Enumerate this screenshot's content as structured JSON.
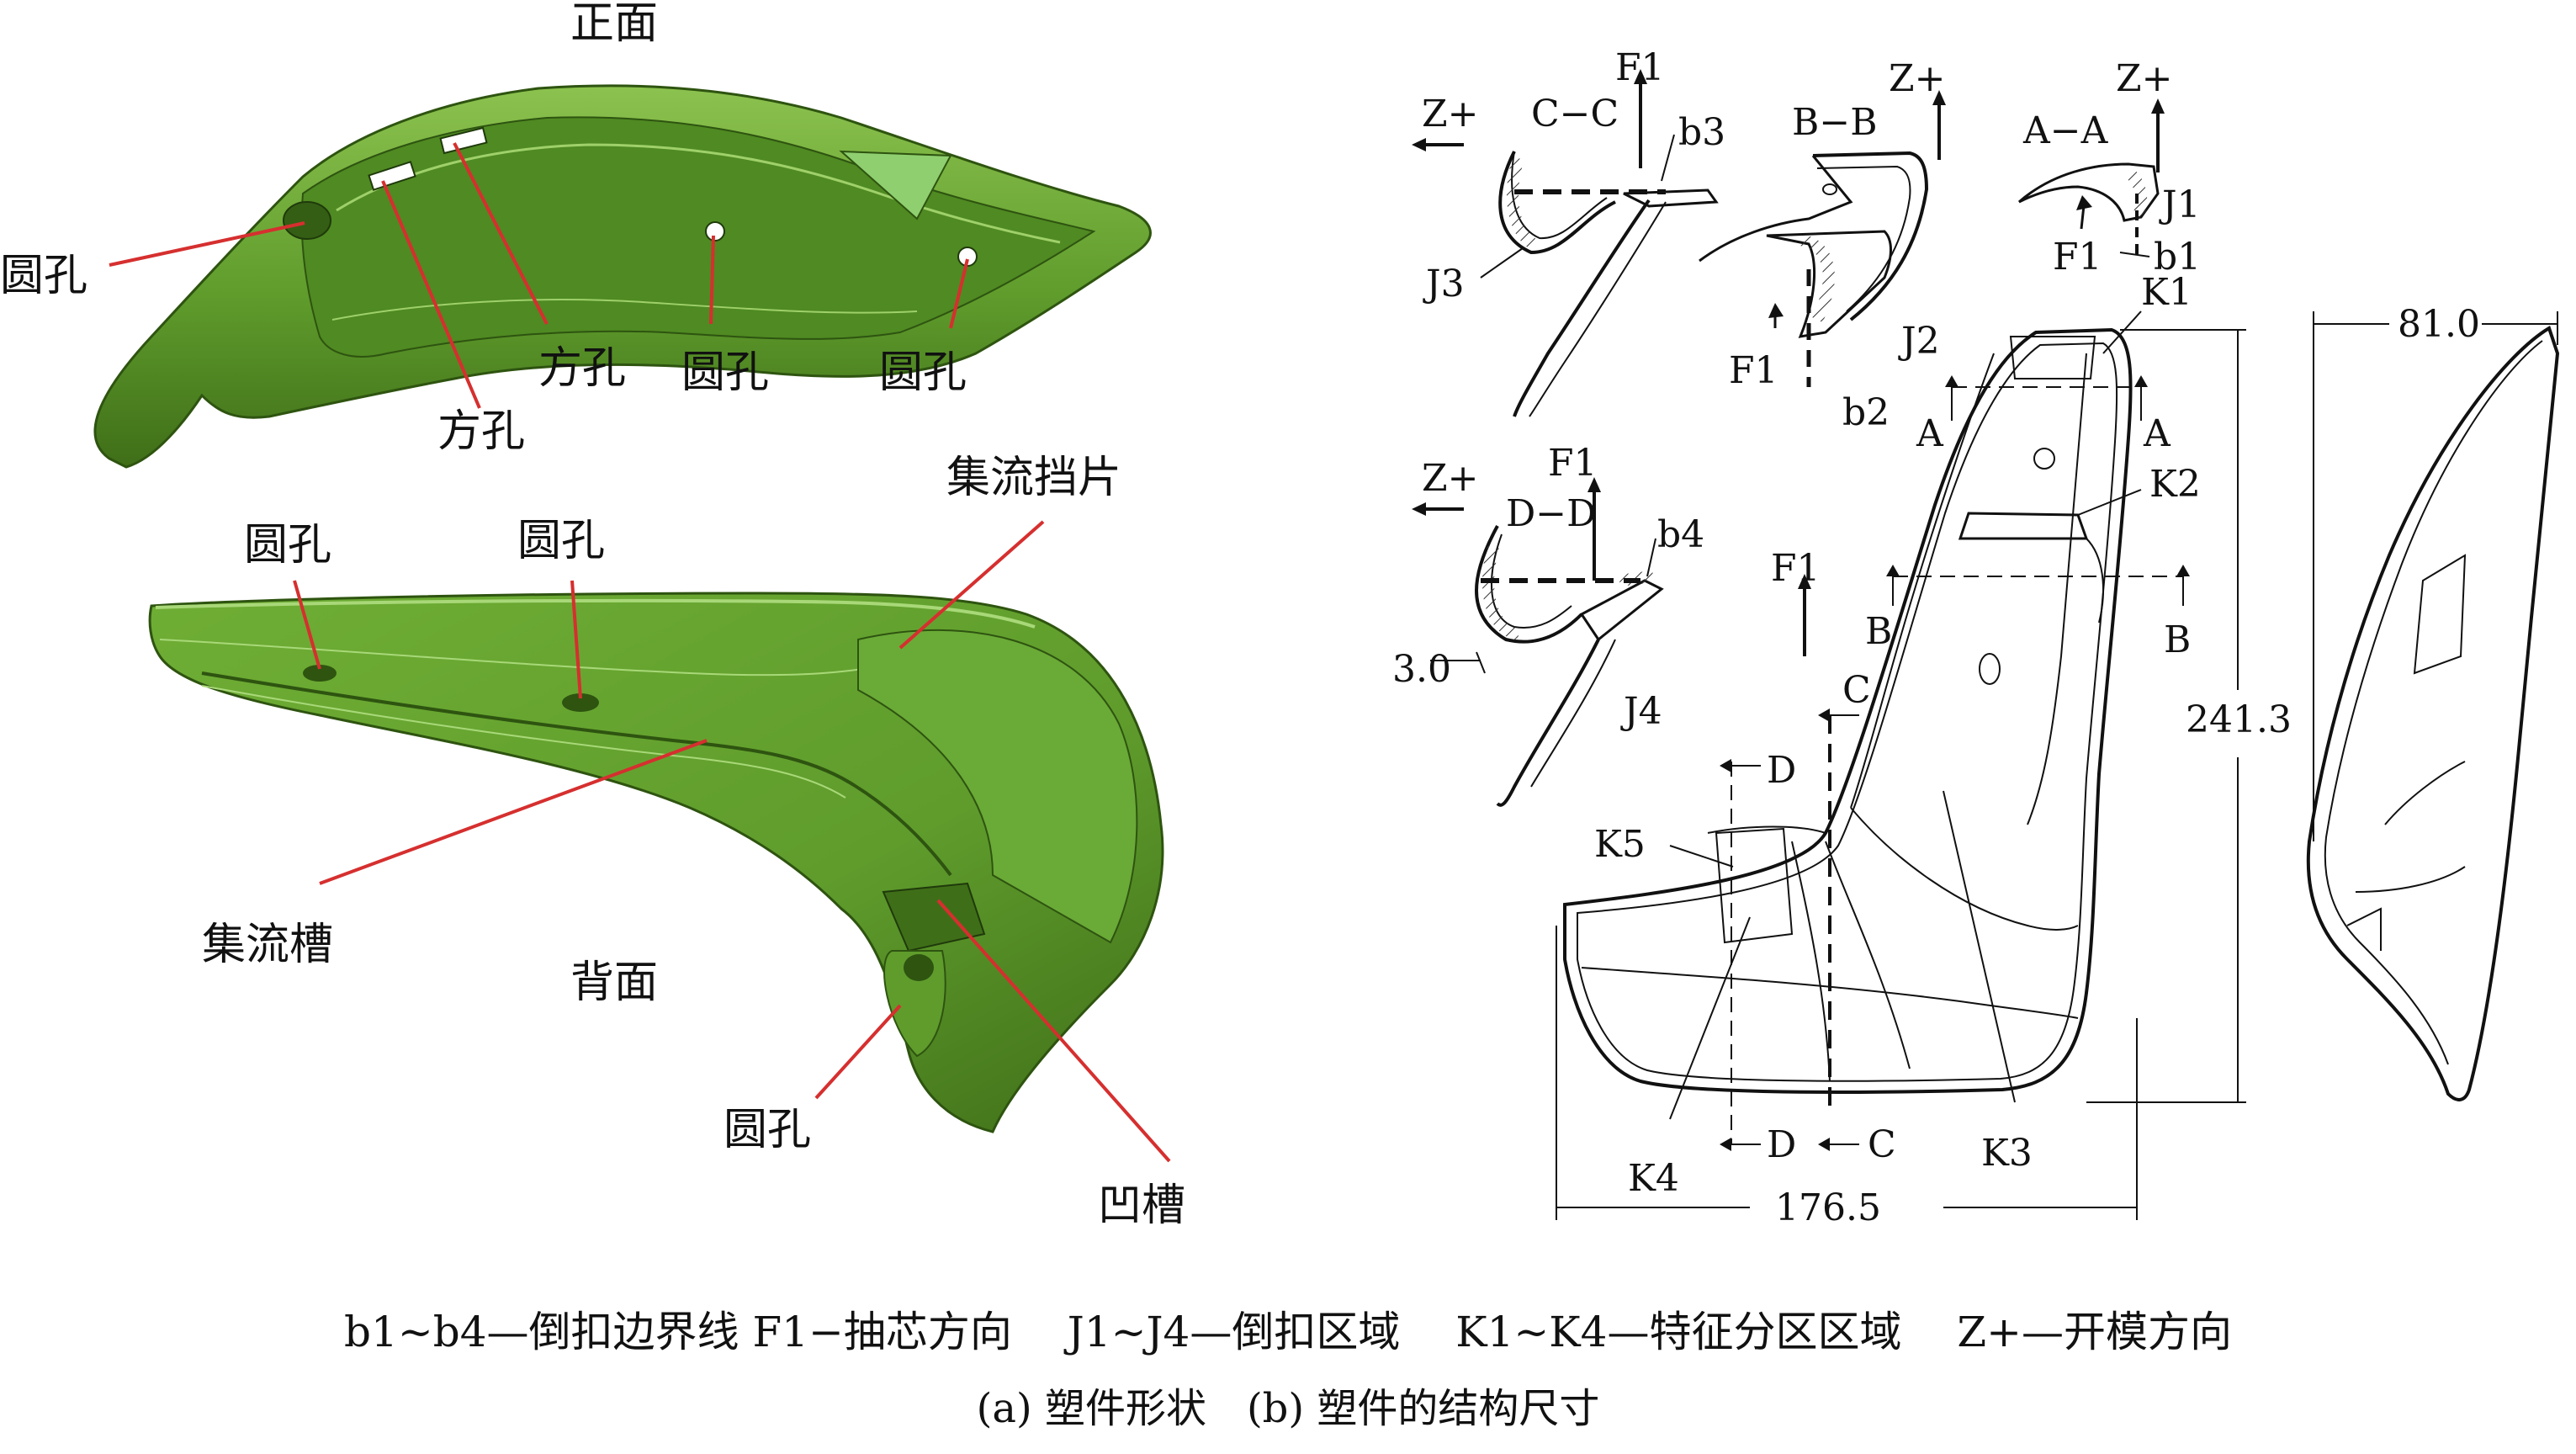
{
  "left": {
    "front_title": "正面",
    "back_title": "背面",
    "front_labels": {
      "round_hole_left": "圆孔",
      "square_hole_a": "方孔",
      "square_hole_b": "方孔",
      "round_hole_mid": "圆孔",
      "round_hole_right": "圆孔"
    },
    "back_labels": {
      "round_hole_a": "圆孔",
      "round_hole_b": "圆孔",
      "baffle": "集流挡片",
      "channel": "集流槽",
      "round_hole_c": "圆孔",
      "groove": "凹槽"
    }
  },
  "right": {
    "sections": {
      "cc": {
        "title": "C−C",
        "z": "Z+",
        "f": "F1",
        "b": "b3",
        "j": "J3"
      },
      "bb": {
        "title": "B−B",
        "z": "Z+",
        "f": "F1",
        "b": "b2",
        "j": "J2"
      },
      "aa": {
        "title": "A−A",
        "z": "Z+",
        "f": "F1",
        "b": "b1",
        "j": "J1"
      },
      "dd": {
        "title": "D−D",
        "z": "Z+",
        "f": "F1",
        "b": "b4",
        "j": "J4",
        "thickness": "3.0"
      }
    },
    "main": {
      "f1": "F1",
      "k1": "K1",
      "k2": "K2",
      "k3": "K3",
      "k4": "K4",
      "k5": "K5",
      "a": "A",
      "b": "B",
      "c": "C",
      "d": "D",
      "height": "241.3",
      "width": "176.5",
      "depth": "81.0"
    }
  },
  "caption": {
    "legend": "b1~b4—倒扣边界线 F1−抽芯方向　 J1~J4—倒扣区域　 K1~K4—特征分区区域　 Z+—开模方向",
    "subcaption": "(a) 塑件形状　(b) 塑件的结构尺寸"
  },
  "colors": {
    "part_green": "#5f9c2c",
    "part_dark": "#3f6e18",
    "part_light": "#8cc24f",
    "leader_red": "#d62f2f"
  }
}
